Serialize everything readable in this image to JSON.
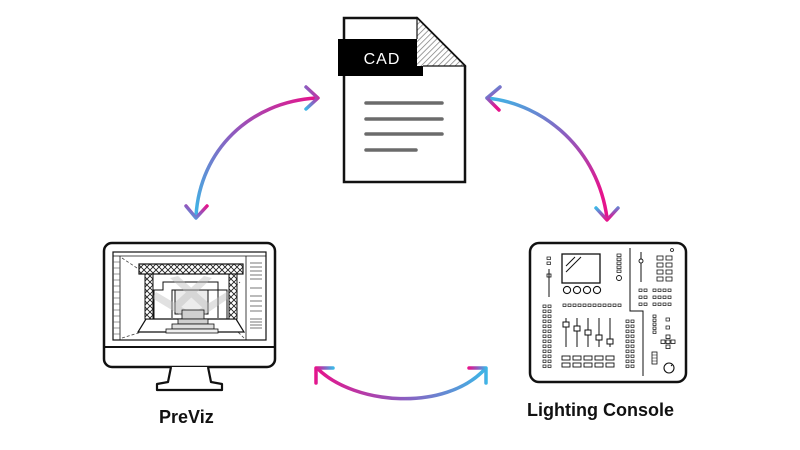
{
  "diagram": {
    "title": "CAD / PreViz / Lighting Console workflow",
    "nodes": [
      {
        "id": "cad",
        "label": "CAD",
        "icon": "document-icon"
      },
      {
        "id": "previz",
        "label": "PreViz",
        "icon": "monitor-stage-icon"
      },
      {
        "id": "console",
        "label": "Lighting Console",
        "icon": "lighting-console-icon"
      }
    ],
    "edges": [
      {
        "from": "cad",
        "to": "previz",
        "type": "bidirectional"
      },
      {
        "from": "cad",
        "to": "console",
        "type": "bidirectional"
      },
      {
        "from": "previz",
        "to": "console",
        "type": "bidirectional"
      }
    ]
  },
  "colors": {
    "gradient_magenta": "#e5148c",
    "gradient_purple": "#8e5bbf",
    "gradient_blue": "#3db6e6",
    "outline": "#111111",
    "doc_lines": "#6b6b6b"
  }
}
